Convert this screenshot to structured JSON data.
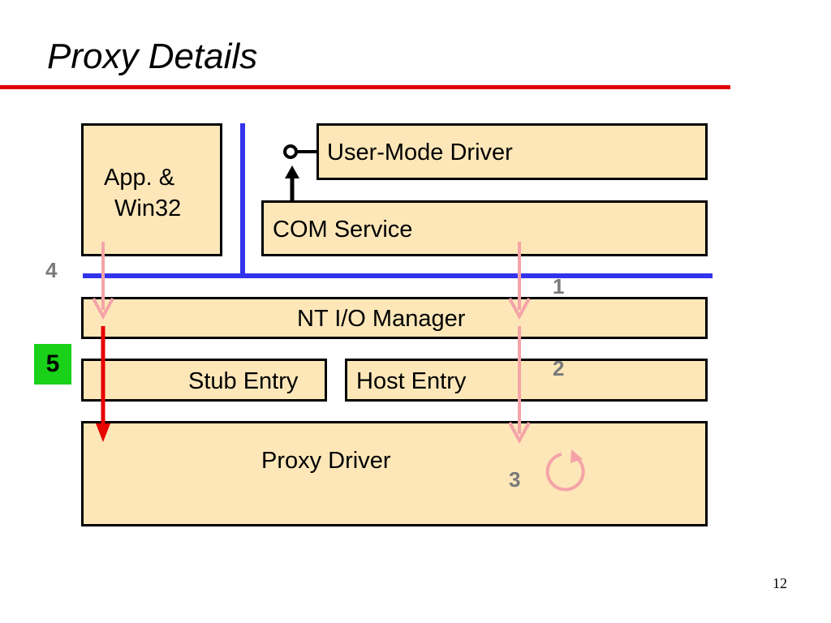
{
  "slide": {
    "title": "Proxy Details",
    "page_number": "12"
  },
  "boxes": {
    "app_line1": "App. &",
    "app_line2": "Win32",
    "user_mode_driver": "User-Mode Driver",
    "com_service": "COM Service",
    "nt_io_manager": "NT I/O Manager",
    "stub_entry": "Stub Entry",
    "host_entry": "Host Entry",
    "proxy_driver": "Proxy Driver"
  },
  "steps": {
    "s1": "1",
    "s2": "2",
    "s3": "3",
    "s4": "4",
    "s5": "5"
  },
  "colors": {
    "box_fill": "#fde7b8",
    "boundary_line": "#3333ee",
    "title_rule": "#e10000",
    "pink_arrow": "#f4a3a8",
    "red_arrow": "#e60000",
    "highlight_green": "#19d119"
  }
}
